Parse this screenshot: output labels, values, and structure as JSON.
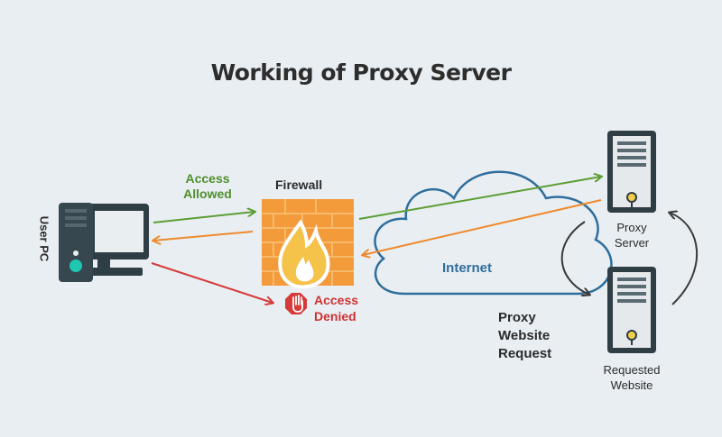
{
  "title": "Working of Proxy Server",
  "labels": {
    "user_pc": "User PC",
    "access_allowed_1": "Access",
    "access_allowed_2": "Allowed",
    "firewall": "Firewall",
    "access_denied_1": "Access",
    "access_denied_2": "Denied",
    "internet": "Internet",
    "proxy_server_1": "Proxy",
    "proxy_server_2": "Server",
    "requested_website_1": "Requested",
    "requested_website_2": "Website",
    "proxy_request_1": "Proxy",
    "proxy_request_2": "Website",
    "proxy_request_3": "Request"
  },
  "colors": {
    "background": "#e9eef3",
    "allowed": "#5c9e34",
    "response": "#ef8a2c",
    "denied": "#d63a3a",
    "cloud": "#2f6e9c",
    "computer": "#2f3d44",
    "screen": "#e9eef0",
    "firewall_brick": "#f39a3a",
    "flame": "#f5c24a",
    "server_frame": "#2f3d44",
    "server_body": "#e5e9ec",
    "server_light": "#f2cf4a"
  },
  "icons": [
    "computer-icon",
    "firewall-icon",
    "stop-icon",
    "cloud-icon",
    "server-icon"
  ]
}
